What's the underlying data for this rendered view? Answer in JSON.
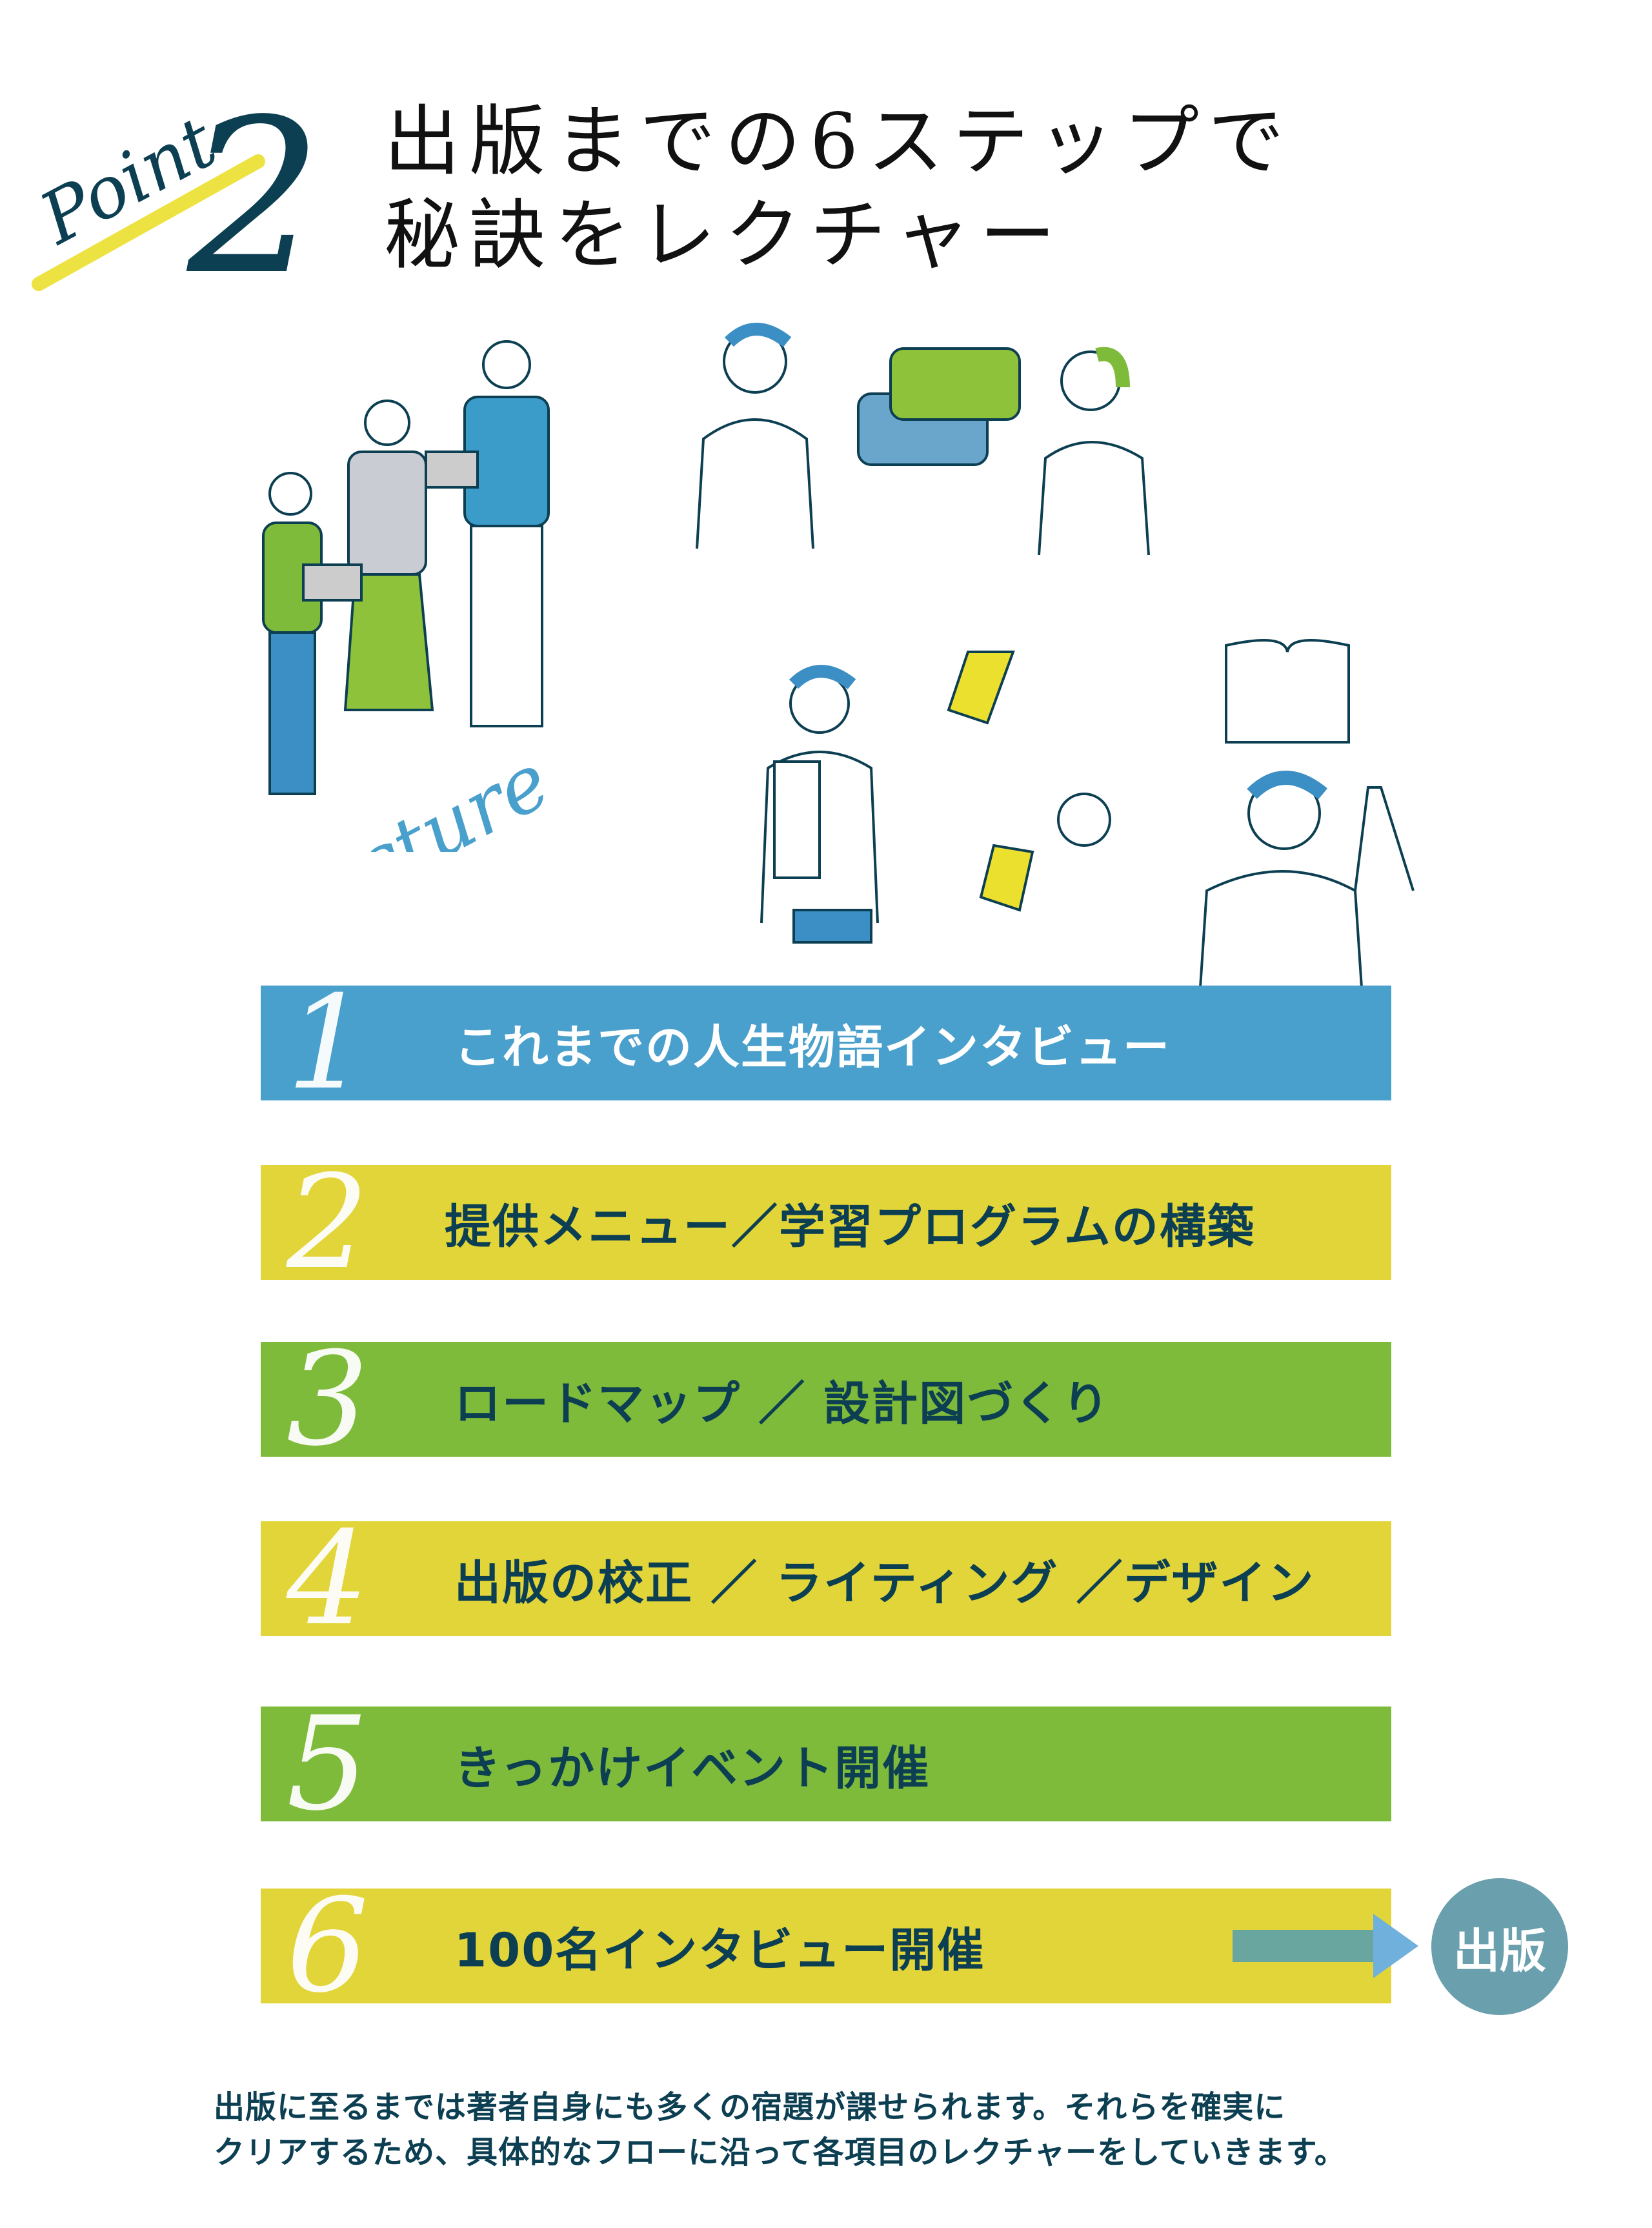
{
  "header": {
    "point_script": "Point",
    "point_number": "2",
    "title_line1": "出版までの6ステップで",
    "title_line2": "秘訣をレクチャー"
  },
  "illustration": {
    "lecture_script": "lecture"
  },
  "steps": [
    {
      "number": "1",
      "label": "これまでの人生物語インタビュー",
      "color": "#4aa0cc"
    },
    {
      "number": "2",
      "label": "提供メニュー／学習プログラムの構築",
      "color": "#e2d53a"
    },
    {
      "number": "3",
      "label": "ロードマップ ／ 設計図づくり",
      "color": "#7fbb3a"
    },
    {
      "number": "4",
      "label": "出版の校正 ／ ライティング ／デザイン",
      "color": "#e2d53a"
    },
    {
      "number": "5",
      "label": "きっかけイベント開催",
      "color": "#7fbb3a"
    },
    {
      "number": "6",
      "label": "100名インタビュー開催",
      "color": "#e2d53a"
    }
  ],
  "goal": {
    "label": "出版"
  },
  "footer": {
    "line1": "出版に至るまでは著者自身にも多くの宿題が課せられます。それらを確実に",
    "line2": "クリアするため、具体的なフローに沿って各項目のレクチャーをしていきます。"
  }
}
